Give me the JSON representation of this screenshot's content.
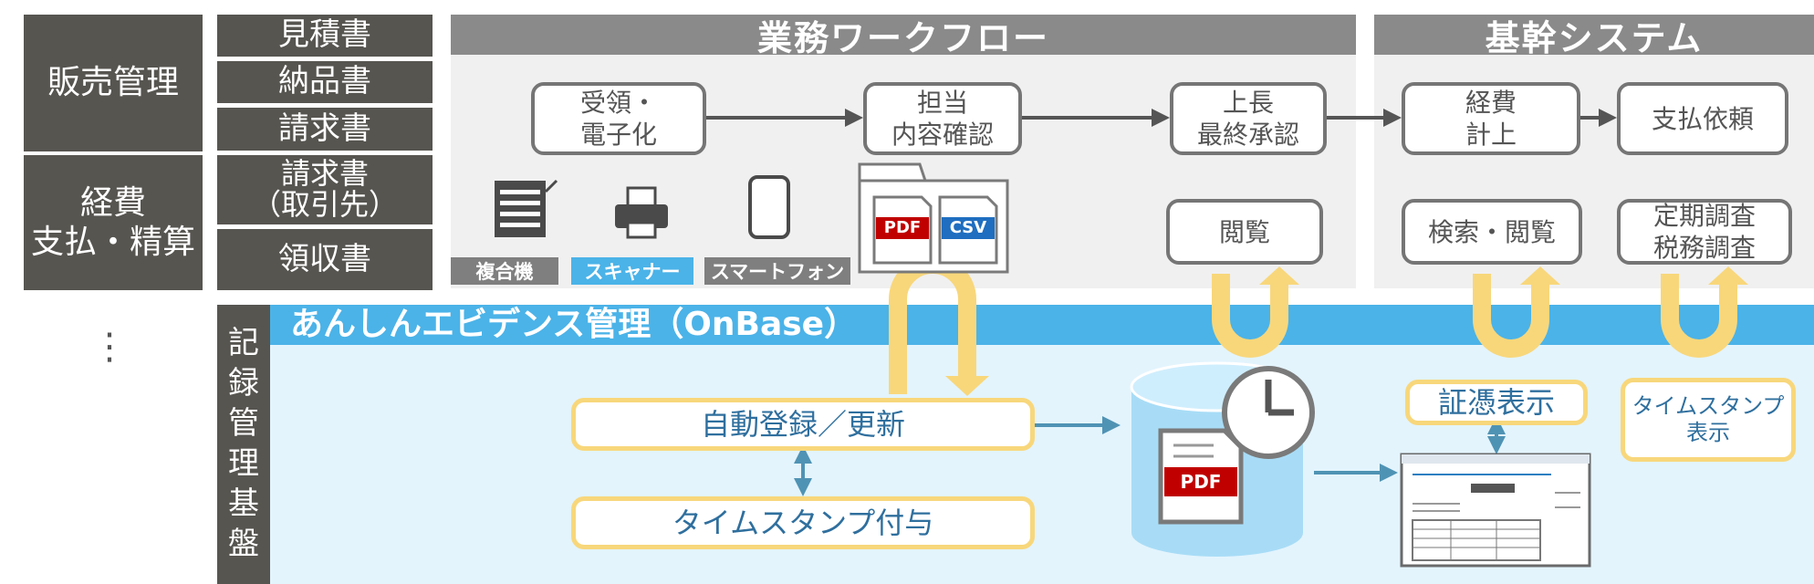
{
  "categories": {
    "sales": "販売管理",
    "expense": "経費\n支払・精算",
    "more": "⋮"
  },
  "documents": {
    "estimate": "見積書",
    "delivery": "納品書",
    "invoice": "請求書",
    "invoice_supplier": "請求書\n（取引先）",
    "receipt": "領収書"
  },
  "workflow": {
    "title": "業務ワークフロー",
    "steps": {
      "receive": "受領・\n電子化",
      "check": "担当\n内容確認",
      "approve": "上長\n最終承認",
      "view": "閲覧"
    },
    "devices": {
      "mfp": "複合機",
      "scanner": "スキャナー",
      "smartphone": "スマートフォン"
    },
    "file_badges": {
      "pdf": "PDF",
      "csv": "CSV"
    }
  },
  "core_system": {
    "title": "基幹システム",
    "steps": {
      "expense": "経費\n計上",
      "payment": "支払依頼",
      "search": "検索・閲覧",
      "audit": "定期調査\n税務調査"
    }
  },
  "records": {
    "vertical_label": "記録管理基盤",
    "banner_title": "あんしんエビデンス管理（OnBase）",
    "auto_register": "自動登録／更新",
    "timestamp_add": "タイムスタンプ付与",
    "storage_pdf": "PDF",
    "evidence_display": "証憑表示",
    "timestamp_display": "タイムスタンプ\n表示"
  },
  "colors": {
    "dark_box": "#575550",
    "header_gray": "#8a8a8a",
    "panel_gray": "#f0f0f0",
    "banner_blue": "#4bb3e8",
    "area_light_blue": "#e3f4fd",
    "yellow": "#f8d77b",
    "scanner_blue": "#4bb3e8",
    "pdf_red": "#c00000",
    "csv_blue": "#1f6ec0"
  }
}
